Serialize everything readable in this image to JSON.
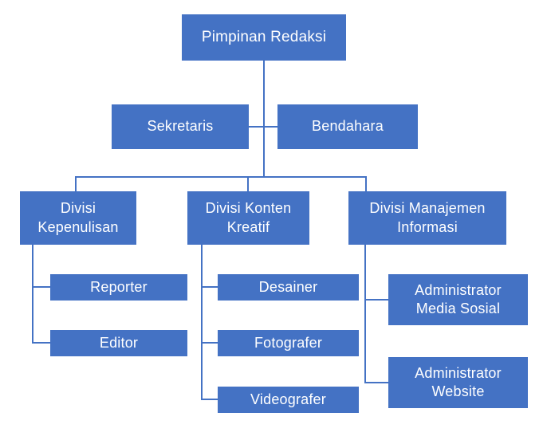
{
  "diagram": {
    "type": "org-chart",
    "colors": {
      "node_fill": "#4472C4",
      "node_text": "#FFFFFF",
      "connector": "#4472C4",
      "background": "#FFFFFF"
    }
  },
  "nodes": {
    "pimpinan_redaksi": {
      "label": "Pimpinan Redaksi"
    },
    "sekretaris": {
      "label": "Sekretaris"
    },
    "bendahara": {
      "label": "Bendahara"
    },
    "divisi_kepenulisan": {
      "label": "Divisi\nKepenulisan"
    },
    "divisi_konten_kreatif": {
      "label": "Divisi Konten\nKreatif"
    },
    "divisi_manajemen_informasi": {
      "label": "Divisi Manajemen\nInformasi"
    },
    "reporter": {
      "label": "Reporter"
    },
    "editor": {
      "label": "Editor"
    },
    "desainer": {
      "label": "Desainer"
    },
    "fotografer": {
      "label": "Fotografer"
    },
    "videografer": {
      "label": "Videografer"
    },
    "administrator_media_sosial": {
      "label": "Administrator\nMedia Sosial"
    },
    "administrator_website": {
      "label": "Administrator\nWebsite"
    }
  },
  "edges": [
    [
      "pimpinan_redaksi",
      "sekretaris"
    ],
    [
      "pimpinan_redaksi",
      "bendahara"
    ],
    [
      "pimpinan_redaksi",
      "divisi_kepenulisan"
    ],
    [
      "pimpinan_redaksi",
      "divisi_konten_kreatif"
    ],
    [
      "pimpinan_redaksi",
      "divisi_manajemen_informasi"
    ],
    [
      "divisi_kepenulisan",
      "reporter"
    ],
    [
      "divisi_kepenulisan",
      "editor"
    ],
    [
      "divisi_konten_kreatif",
      "desainer"
    ],
    [
      "divisi_konten_kreatif",
      "fotografer"
    ],
    [
      "divisi_konten_kreatif",
      "videografer"
    ],
    [
      "divisi_manajemen_informasi",
      "administrator_media_sosial"
    ],
    [
      "divisi_manajemen_informasi",
      "administrator_website"
    ]
  ]
}
